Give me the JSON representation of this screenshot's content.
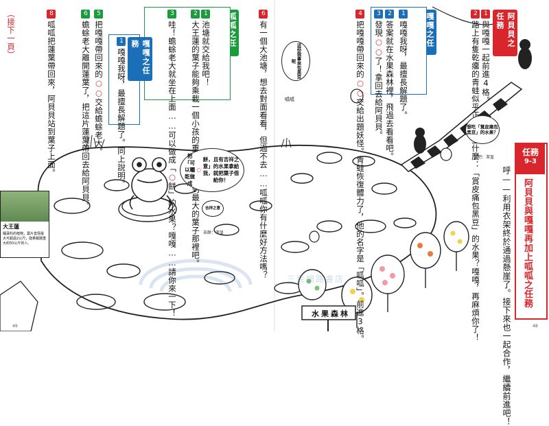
{
  "right": {
    "task_title_label": "阿貝貝之任務",
    "task_items": [
      {
        "num": "1",
        "text": "與嘎嘎一起前進4格。"
      },
      {
        "num": "2",
        "text": "路上有隻乾癟的青蛙似乎正在說些什麼：「賞皮痛包黑豆」的水果？嘎嘎，再麻煩你了！"
      }
    ],
    "gaga_task_label": "嘎嘎之任務",
    "gaga_items": [
      {
        "num": "1",
        "text": "嘎嘎我呀，最擅長解題了。"
      },
      {
        "num": "2",
        "text": "答案就在水果森林裡，飛過去看看吧。"
      },
      {
        "num": "3",
        "text": "發現○○了！拿回去給阿貝貝。"
      }
    ],
    "step4": {
      "num": "4",
      "text": "把嘎嘎帶回來的○○交給出題妖怪。青蛙恢復體力了，他的名字是「呱呱」。前進3格。"
    },
    "mission_box": {
      "title": "任務",
      "number": "9-3",
      "heading": "阿貝貝與嘎嘎再加上呱呱之任務"
    },
    "intro": "呼——利用衣架終於通過懸崖了。接下來也一起合作，繼續前進吧！",
    "frog_thought": "這份我拿來包黑豆呢",
    "frog_sound": "呱呱",
    "bubble_right": "想吃「賞皮痛包黑豆」的水果？",
    "sign_text": "水果森林",
    "credit_right": "去吧：潔皇",
    "page_no": "48"
  },
  "left": {
    "step6": {
      "num": "6",
      "text": "有一個大池塘，想去對面看看，但過不去……呱呱你有什麼好方法嗎？"
    },
    "guagua_task_label": "呱呱之任務",
    "guagua_items": [
      {
        "num": "1",
        "text": "池塘就交給我吧！"
      },
      {
        "num": "2",
        "text": "大王蓮的葉子能夠乘載一個小孩的重量，先游到最大的葉子那裡吧。"
      },
      {
        "num": "3",
        "text": "哇！蟾蜍老大就坐在上面……可以做成「○餅」的水果？嘎嘎……請你來一下！"
      }
    ],
    "gaga_task_label": "嘎嘎之任務",
    "gaga_items": [
      {
        "num": "1",
        "text": "嘎嘎我呀，最擅長解題了。同上說明。"
      }
    ],
    "step5_items": [
      {
        "num": "5",
        "text": "把嘎嘎帶回來的○○交給蟾蜍老大。"
      },
      {
        "num": "6",
        "text": "蟾蜍老大離開蓮葉了，把這片蓮葉帶回去給阿貝貝。"
      }
    ],
    "step8": {
      "num": "8",
      "text": "呱呱把蓮葉帶回來，阿貝貝站到葉子上面。"
    },
    "continue_text": "（接下一頁）",
    "toad_bubble": "把「可以曬乾做成○餅，且有吉祥之意」的水果拿給我，就把葉子借給你！",
    "toad_small": "吉祥之意",
    "info_box": {
      "title": "大王蓮",
      "text": "睡蓮科的植物，葉片直徑最大可超過2公尺，能乘載體重大約50公斤的人。"
    },
    "credit_left": "去餅：潔皇",
    "page_no": "49"
  },
  "watermark": "三民網路書店"
}
